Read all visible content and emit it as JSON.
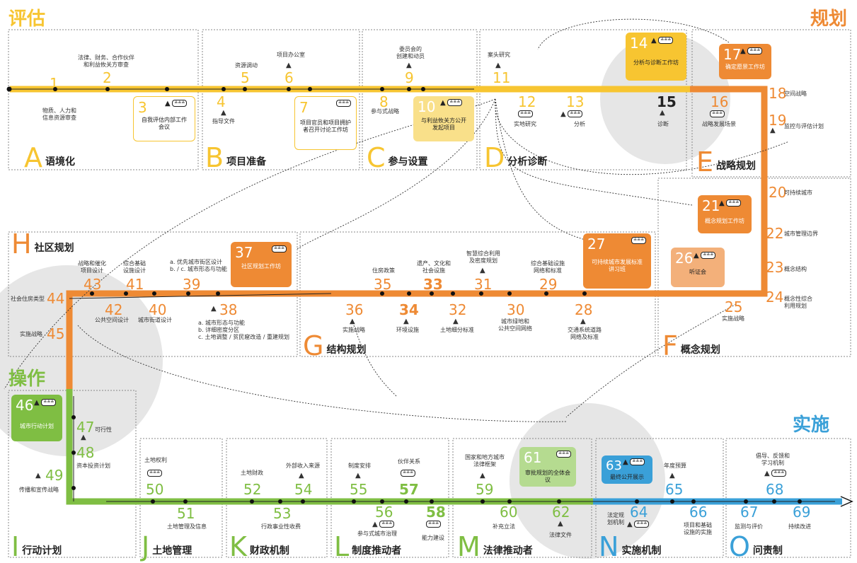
{
  "colors": {
    "yellow": "#F7C531",
    "orange": "#EE8A34",
    "green": "#7FBE43",
    "blue": "#3AA0D8",
    "gray": "#E3E3E3"
  },
  "phases": {
    "assess": "评估",
    "plan": "规划",
    "operate": "操作",
    "implement": "实施"
  },
  "sections": {
    "A": {
      "letter": "A",
      "title": "语境化"
    },
    "B": {
      "letter": "B",
      "title": "项目准备"
    },
    "C": {
      "letter": "C",
      "title": "参与设置"
    },
    "D": {
      "letter": "D",
      "title": "分析诊断"
    },
    "E": {
      "letter": "E",
      "title": "战略规划"
    },
    "F": {
      "letter": "F",
      "title": "概念规划"
    },
    "G": {
      "letter": "G",
      "title": "结构规划"
    },
    "H": {
      "letter": "H",
      "title": "社区规划"
    },
    "I": {
      "letter": "I",
      "title": "行动计划"
    },
    "J": {
      "letter": "J",
      "title": "土地管理"
    },
    "K": {
      "letter": "K",
      "title": "财政机制"
    },
    "L": {
      "letter": "L",
      "title": "制度推动者"
    },
    "M": {
      "letter": "M",
      "title": "法律推动者"
    },
    "N": {
      "letter": "N",
      "title": "实施机制"
    },
    "O": {
      "letter": "O",
      "title": "问责制"
    }
  },
  "steps": {
    "s1": {
      "n": "1",
      "t": "物质、人力和\n信息资源审查"
    },
    "s2": {
      "n": "2",
      "t": "法律、财务、合作伙伴\n和利益攸关方审查"
    },
    "s3": {
      "n": "3",
      "t": "自我评估内部工作\n会议"
    },
    "s4": {
      "n": "4",
      "t": "指导文件"
    },
    "s5": {
      "n": "5",
      "t": "资源调动"
    },
    "s6": {
      "n": "6",
      "t": "项目办公室"
    },
    "s7": {
      "n": "7",
      "t": "项目官员和项目拥护\n者召开讨论工作坊"
    },
    "s8": {
      "n": "8",
      "t": "参与式战略"
    },
    "s9": {
      "n": "9",
      "t": "委员会的\n创建和动员"
    },
    "s10": {
      "n": "10",
      "t": "与利益攸关方公开\n发起项目"
    },
    "s11": {
      "n": "11",
      "t": "案头研究"
    },
    "s12": {
      "n": "12",
      "t": "实地研究"
    },
    "s13": {
      "n": "13",
      "t": "分析"
    },
    "s14": {
      "n": "14",
      "t": "分析与诊断工作坊"
    },
    "s15": {
      "n": "15",
      "t": "诊断"
    },
    "s16": {
      "n": "16",
      "t": "战略发展场景"
    },
    "s17": {
      "n": "17",
      "t": "确定愿景工作坊"
    },
    "s18": {
      "n": "18",
      "t": "空间战略"
    },
    "s19": {
      "n": "19",
      "t": "监控与评估计划"
    },
    "s20": {
      "n": "20",
      "t": "可持续城市"
    },
    "s21": {
      "n": "21",
      "t": "概念规划工作坊"
    },
    "s22": {
      "n": "22",
      "t": "城市管理边界"
    },
    "s23": {
      "n": "23",
      "t": "概念结构"
    },
    "s24": {
      "n": "24",
      "t": "概念性综合\n利用规划"
    },
    "s25": {
      "n": "25",
      "t": "实施战略"
    },
    "s26": {
      "n": "26",
      "t": "听证会"
    },
    "s27": {
      "n": "27",
      "t": "可持续城市发展标准\n讲习班"
    },
    "s28": {
      "n": "28",
      "t": "交通系统道路\n网络及标准"
    },
    "s29": {
      "n": "29",
      "t": "综合基础设施\n网络和标准"
    },
    "s30": {
      "n": "30",
      "t": "城市绿地和\n公共空间网络"
    },
    "s31": {
      "n": "31",
      "t": "智慧综合利用\n及密度规划"
    },
    "s32": {
      "n": "32",
      "t": "土地细分标准"
    },
    "s33": {
      "n": "33",
      "t": "遗产、文化和\n社会设施"
    },
    "s34": {
      "n": "34",
      "t": "环境设施"
    },
    "s35": {
      "n": "35",
      "t": "住房政策"
    },
    "s36": {
      "n": "36",
      "t": "实施战略"
    },
    "s37": {
      "n": "37",
      "t": "社区规划工作坊"
    },
    "s38": {
      "n": "38",
      "t": "a. 城市形态与功能\nb. 详细密度分区\nc. 土地调整 / 贫民窟改造 / 重建规划"
    },
    "s39": {
      "n": "39",
      "t": "a. 优先城市街区设计\nb. / c. 城市形态与功能"
    },
    "s40": {
      "n": "40",
      "t": "城市街道设计"
    },
    "s41": {
      "n": "41",
      "t": "综合基础\n设施设计"
    },
    "s42": {
      "n": "42",
      "t": "公共空间设计"
    },
    "s43": {
      "n": "43",
      "t": "战略和催化\n项目设计"
    },
    "s44": {
      "n": "44",
      "t": "社会住房类型"
    },
    "s45": {
      "n": "45",
      "t": "实施战略"
    },
    "s46": {
      "n": "46",
      "t": "城市行动计划"
    },
    "s47": {
      "n": "47",
      "t": "可行性"
    },
    "s48": {
      "n": "48",
      "t": "资本投资计划"
    },
    "s49": {
      "n": "49",
      "t": "传播和宣传战略"
    },
    "s50": {
      "n": "50",
      "t": "土地权利"
    },
    "s51": {
      "n": "51",
      "t": "土地管理及信息"
    },
    "s52": {
      "n": "52",
      "t": "土地财政"
    },
    "s53": {
      "n": "53",
      "t": "行政事业性收费"
    },
    "s54": {
      "n": "54",
      "t": "外部收入来源"
    },
    "s55": {
      "n": "55",
      "t": "制度安排"
    },
    "s56": {
      "n": "56",
      "t": "参与式城市治理"
    },
    "s57": {
      "n": "57",
      "t": "伙伴关系"
    },
    "s58": {
      "n": "58",
      "t": "能力建设"
    },
    "s59": {
      "n": "59",
      "t": "国家和地方城市\n法律框架"
    },
    "s60": {
      "n": "60",
      "t": "补充立法"
    },
    "s61": {
      "n": "61",
      "t": "审批规划的全体会议"
    },
    "s62": {
      "n": "62",
      "t": "法律文件"
    },
    "s63": {
      "n": "63",
      "t": "最终公开展示"
    },
    "s64": {
      "n": "64",
      "t": "法定规\n划机制"
    },
    "s65": {
      "n": "65",
      "t": "年度预算"
    },
    "s66": {
      "n": "66",
      "t": "项目和基础\n设施的实施"
    },
    "s67": {
      "n": "67",
      "t": "监测与评价"
    },
    "s68": {
      "n": "68",
      "t": "倡导、反馈和\n学习机制"
    },
    "s69": {
      "n": "69",
      "t": "持续改进"
    }
  },
  "icons": {
    "warning": "warning-icon",
    "group": "group-icon",
    "glyph_warn": "▲",
    "glyph_group": "≗≗≗"
  }
}
